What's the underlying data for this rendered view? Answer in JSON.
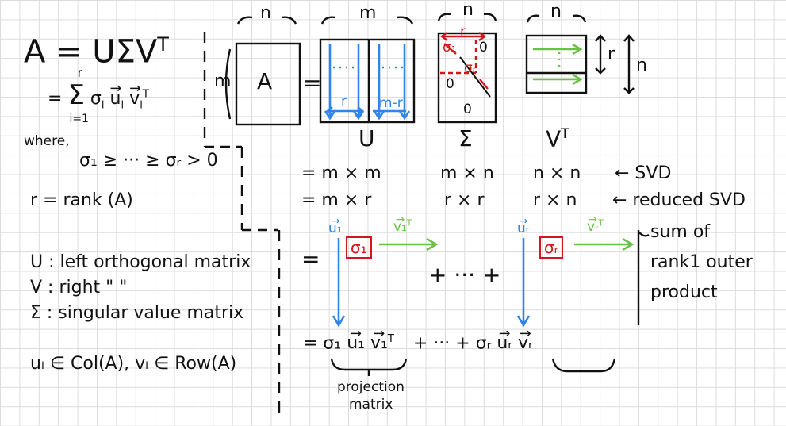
{
  "left_panel": {
    "eq_main": "A = UΣV",
    "eq_main_sup": "T",
    "sum_prefix": "=",
    "sum_symbol": "Σ",
    "sum_top": "r",
    "sum_bottom": "i=1",
    "sum_term_sigma": "σ",
    "sum_term_i": "i",
    "sum_term_u": "u",
    "sum_term_v": "v",
    "sum_term_sup": "T",
    "where_label": "where,",
    "sigma_order": "σ₁ ≥ ··· ≥ σᵣ > 0",
    "rank_def": "r = rank (A)",
    "defs": [
      "U : left orthogonal matrix",
      "V : right        \"         \"",
      "Σ : singular value matrix"
    ],
    "membership": "uᵢ ∈ Col(A), vᵢ ∈ Row(A)"
  },
  "matrix_row": {
    "dim_n_A": "n",
    "dim_m_U": "m",
    "dim_n_S": "n",
    "dim_n_V": "n",
    "m_side": "m",
    "A_label": "A",
    "equals": "=",
    "U_r": "r",
    "U_mr": "m-r",
    "S_r": "r",
    "S_sigma1": "σ₁",
    "S_sigmar": "σᵣ",
    "S_zero1": "0",
    "S_zero2": "0",
    "S_zero3": "0",
    "V_r": "r",
    "V_n": "n"
  },
  "captions": {
    "U": "U",
    "Sigma": "Σ",
    "VT": "V",
    "VT_sup": "T"
  },
  "dims": {
    "svd_row": [
      "= m × m",
      "m × n",
      "n × n"
    ],
    "svd_note": "← SVD",
    "reduced_row": [
      "= m × r",
      "r × r",
      "r × n"
    ],
    "reduced_note": "← reduced SVD"
  },
  "outer": {
    "equals": "=",
    "u1": "u₁",
    "v1": "v₁",
    "v1_sup": "T",
    "sigma1": "σ₁",
    "plus_dots": "+ ··· +",
    "ur": "uᵣ",
    "vr": "vᵣ",
    "vr_sup": "T",
    "sigmar": "σᵣ",
    "sum_note": [
      "sum of",
      "rank1 outer",
      "product"
    ]
  },
  "bottom": {
    "expr_start": "= σ₁",
    "u1": "u₁",
    "v1": "v₁",
    "sup": "T",
    "mid": "+ ··· + σᵣ",
    "ur": "uᵣ",
    "vr": "vᵣ",
    "projection": [
      "projection",
      "matrix"
    ]
  },
  "colors": {
    "blue": "#2f86e8",
    "green": "#6cc04a",
    "red": "#d3161b",
    "ink": "#111111"
  }
}
